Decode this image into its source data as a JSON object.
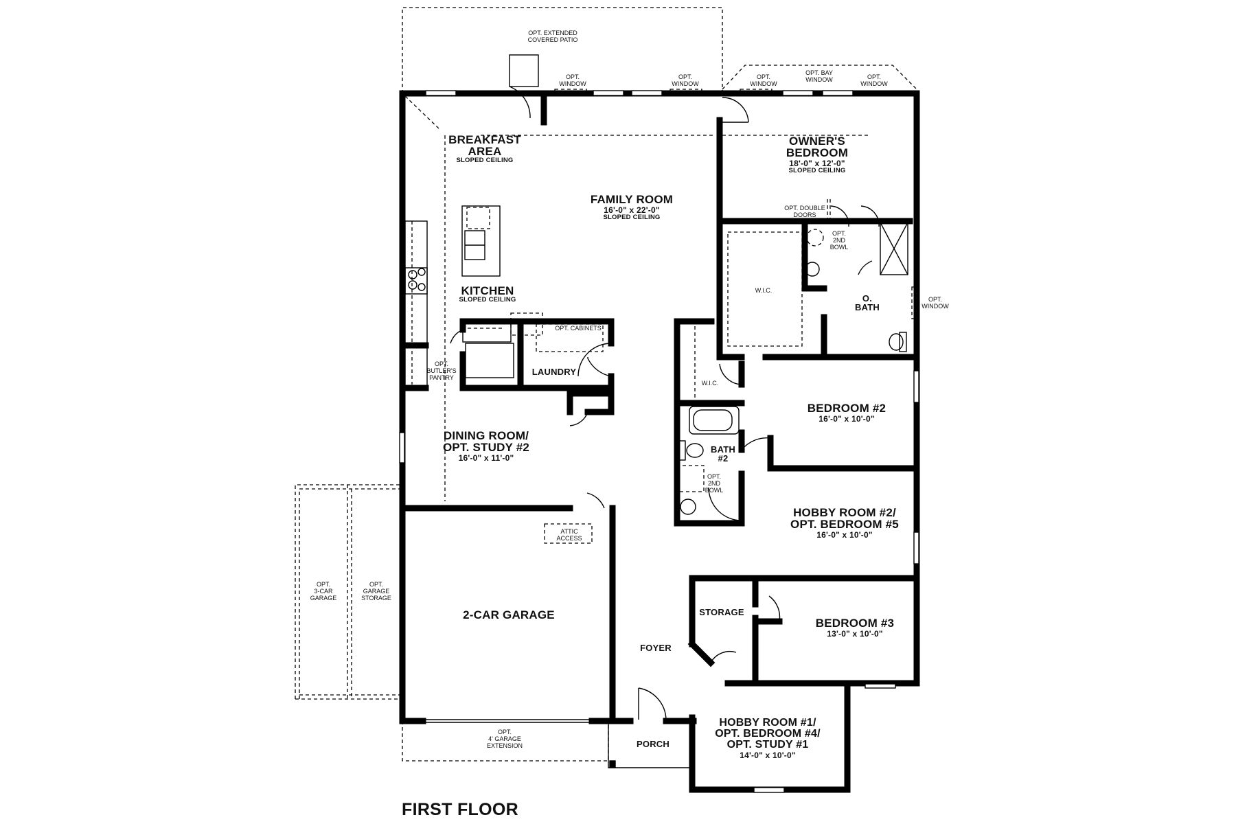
{
  "plan": {
    "title": "FIRST FLOOR",
    "rooms": {
      "breakfast": {
        "name_line1": "BREAKFAST",
        "name_line2": "AREA",
        "ceiling": "SLOPED CEILING"
      },
      "family": {
        "name": "FAMILY ROOM",
        "dims": "16'-0\" x 22'-0\"",
        "ceiling": "SLOPED CEILING"
      },
      "owners_bedroom": {
        "name_line1": "OWNER'S",
        "name_line2": "BEDROOM",
        "dims": "18'-0\" x 12'-0\"",
        "ceiling": "SLOPED CEILING"
      },
      "kitchen": {
        "name": "KITCHEN",
        "ceiling": "SLOPED CEILING"
      },
      "laundry": {
        "name": "LAUNDRY"
      },
      "owner_wic": {
        "name": "W.I.C."
      },
      "owner_bath": {
        "name_line1": "O.",
        "name_line2": "BATH"
      },
      "dining": {
        "name_line1": "DINING ROOM/",
        "name_line2": "OPT. STUDY #2",
        "dims": "16'-0\" x 11'-0\""
      },
      "wic2": {
        "name": "W.I.C."
      },
      "bedroom2": {
        "name": "BEDROOM #2",
        "dims": "16'-0\" x 10'-0\""
      },
      "bath2": {
        "name_line1": "BATH",
        "name_line2": "#2"
      },
      "hobby2": {
        "name_line1": "HOBBY ROOM #2/",
        "name_line2": "OPT. BEDROOM #5",
        "dims": "16'-0\" x 10'-0\""
      },
      "garage": {
        "name": "2-CAR GARAGE"
      },
      "storage": {
        "name": "STORAGE"
      },
      "bedroom3": {
        "name": "BEDROOM #3",
        "dims": "13'-0\" x 10'-0\""
      },
      "foyer": {
        "name": "FOYER"
      },
      "porch": {
        "name": "PORCH"
      },
      "hobby1": {
        "name_line1": "HOBBY ROOM #1/",
        "name_line2": "OPT. BEDROOM #4/",
        "name_line3": "OPT. STUDY #1",
        "dims": "14'-0\" x 10'-0\""
      }
    },
    "notes": {
      "patio": {
        "line1": "OPT. EXTENDED",
        "line2": "COVERED PATIO"
      },
      "window1": {
        "line1": "OPT.",
        "line2": "WINDOW"
      },
      "window2": {
        "line1": "OPT.",
        "line2": "WINDOW"
      },
      "window3": {
        "line1": "OPT.",
        "line2": "WINDOW"
      },
      "bay_window": {
        "line1": "OPT. BAY",
        "line2": "WINDOW"
      },
      "window4": {
        "line1": "OPT.",
        "line2": "WINDOW"
      },
      "window_obath": {
        "line1": "OPT.",
        "line2": "WINDOW"
      },
      "double_doors": {
        "line1": "OPT. DOUBLE",
        "line2": "DOORS"
      },
      "owner_2nd_bowl": {
        "line1": "OPT.",
        "line2": "2ND",
        "line3": "BOWL"
      },
      "bath2_2nd_bowl": {
        "line1": "OPT.",
        "line2": "2ND",
        "line3": "BOWL"
      },
      "cabinets": {
        "text": "OPT. CABINETS"
      },
      "butlers": {
        "line1": "OPT.",
        "line2": "BUTLER'S",
        "line3": "PANTRY"
      },
      "attic": {
        "line1": "ATTIC",
        "line2": "ACCESS"
      },
      "three_car": {
        "line1": "OPT.",
        "line2": "3-CAR",
        "line3": "GARAGE"
      },
      "garage_storage": {
        "line1": "OPT.",
        "line2": "GARAGE",
        "line3": "STORAGE"
      },
      "garage_ext": {
        "line1": "OPT.",
        "line2": "4' GARAGE",
        "line3": "EXTENSION"
      }
    },
    "colors": {
      "wall": "#000000",
      "background": "#ffffff",
      "text": "#111111"
    }
  }
}
